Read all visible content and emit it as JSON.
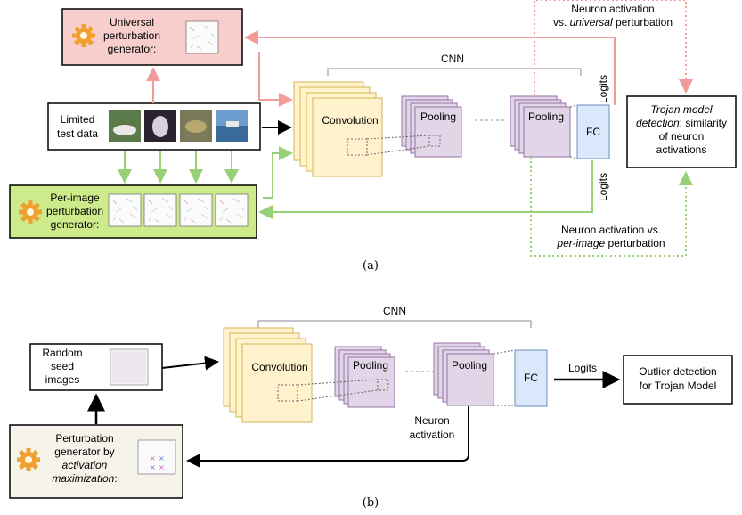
{
  "panel_a": {
    "caption": "(a)",
    "universal_generator": [
      "Universal",
      "perturbation",
      "generator:"
    ],
    "per_image_generator": [
      "Per-image",
      "perturbation",
      "generator:"
    ],
    "limited_test_data": [
      "Limited",
      "test data"
    ],
    "cnn_label": "CNN",
    "convolution_label": "Convolution",
    "pooling_label_1": "Pooling",
    "pooling_label_2": "Pooling",
    "fc_label": "FC",
    "logits_top": "Logits",
    "logits_bottom": "Logits",
    "neuron_vs_universal_1": "Neuron activation",
    "neuron_vs_universal_2_prefix": "vs. ",
    "neuron_vs_universal_2_italic": "universal",
    "neuron_vs_universal_2_suffix": " perturbation",
    "neuron_vs_per_image_1": "Neuron activation vs.",
    "neuron_vs_per_image_2_italic": "per-image",
    "neuron_vs_per_image_2_suffix": " perturbation",
    "trojan_detection_1_italic": "Trojan model",
    "trojan_detection_2_italic": "detection",
    "trojan_detection_2_suffix": ": similarity",
    "trojan_detection_3": "of neuron",
    "trojan_detection_4": "activations"
  },
  "panel_b": {
    "caption": "(b)",
    "cnn_label": "CNN",
    "random_seed": [
      "Random",
      "seed",
      "images"
    ],
    "convolution_label": "Convolution",
    "pooling_label_1": "Pooling",
    "pooling_label_2": "Pooling",
    "fc_label": "FC",
    "logits_label": "Logits",
    "outlier_detection": [
      "Outlier detection",
      "for Trojan Model"
    ],
    "neuron_activation": [
      "Neuron",
      "activation"
    ],
    "generator_1": "Perturbation",
    "generator_2": "generator by",
    "generator_3_italic": "activation",
    "generator_4_italic": "maximization",
    "generator_4_suffix": ":"
  },
  "colors": {
    "red_box_fill": "#f8cecc",
    "red_arrow": "#f19c99",
    "green_box_fill": "#d5e8d4",
    "green_box_fill_strong": "#cdeb8b",
    "green_arrow": "#97d077",
    "beige_fill": "#f5f3ea",
    "conv_fill": "#fff2cc",
    "conv_stroke": "#d6b656",
    "pool_fill": "#e1d5e7",
    "pool_stroke": "#9673a6",
    "fc_fill": "#dae8fc",
    "fc_stroke": "#6c8ebf",
    "gear": "#f0a030"
  }
}
